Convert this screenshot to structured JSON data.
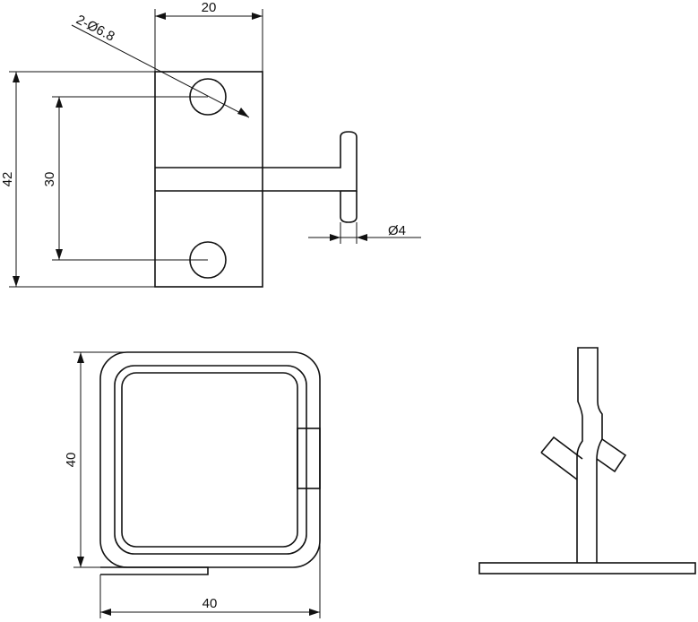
{
  "dimensions": {
    "top_width": "20",
    "holes": "2-Ø6.8",
    "overall_height": "42",
    "hole_spacing": "30",
    "pin_diameter": "Ø4",
    "ring_height": "40",
    "ring_width": "40"
  }
}
